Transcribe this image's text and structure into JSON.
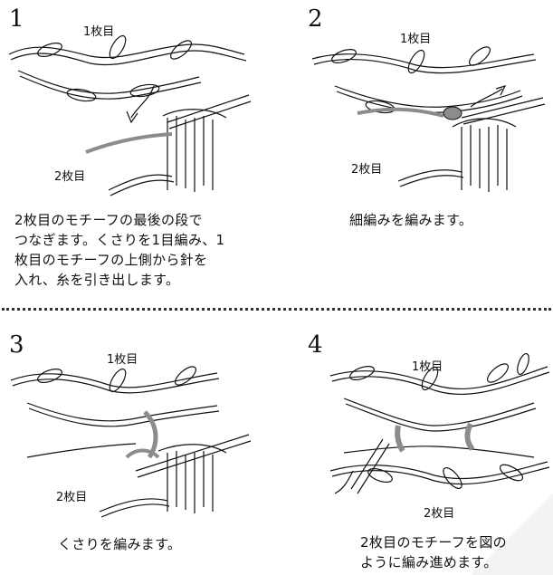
{
  "steps": [
    {
      "number": "1",
      "label_top": "1枚目",
      "label_bottom": "2枚目",
      "caption": [
        "2枚目のモチーフの最後の段で",
        "つなぎます。くさりを1目編み、1",
        "枚目のモチーフの上側から針を",
        "入れ、糸を引き出します。"
      ]
    },
    {
      "number": "2",
      "label_top": "1枚目",
      "label_bottom": "2枚目",
      "caption": [
        "細編みを編みます。"
      ]
    },
    {
      "number": "3",
      "label_top": "1枚目",
      "label_bottom": "2枚目",
      "caption": [
        "くさりを編みます。"
      ]
    },
    {
      "number": "4",
      "label_top": "1枚目",
      "label_bottom": "2枚目",
      "caption": [
        "2枚目のモチーフを図の",
        "ように編み進めます。"
      ]
    }
  ],
  "colors": {
    "yarn_highlight": "#8c8c8c",
    "ink": "#111111"
  }
}
